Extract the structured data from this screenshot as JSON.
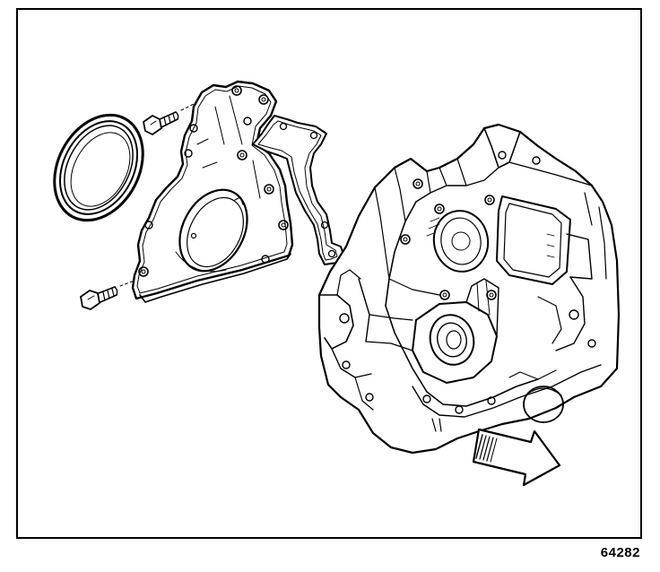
{
  "figure": {
    "figure_number": "64282"
  },
  "colors": {
    "ink": "#000000",
    "paper": "#ffffff"
  },
  "parts": {
    "rear_seal": "rear-crankshaft-oil-seal",
    "rear_cover": "engine-rear-cover",
    "cover_gasket": "rear-cover-gasket",
    "bolts": "rear-cover-bolts",
    "block": "engine-block",
    "direction_arrow": "arrow-icon"
  }
}
